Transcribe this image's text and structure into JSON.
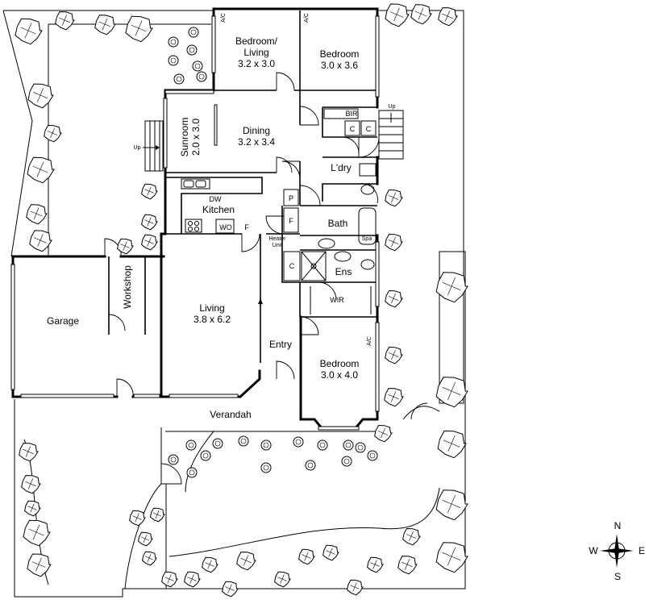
{
  "rooms": {
    "bedroom_living": {
      "name_1": "Bedroom/",
      "name_2": "Living",
      "dims": "3.2 x 3.0"
    },
    "bedroom_1": {
      "name": "Bedroom",
      "dims": "3.0 x 3.6"
    },
    "sunroom": {
      "name": "Sunroom",
      "dims": "2.0 x 3.0"
    },
    "dining": {
      "name": "Dining",
      "dims": "3.2 x 3.4"
    },
    "kitchen": {
      "name": "Kitchen"
    },
    "living": {
      "name": "Living",
      "dims": "3.8 x 6.2"
    },
    "garage": {
      "name": "Garage"
    },
    "workshop": {
      "name": "Workshop"
    },
    "entry": {
      "name": "Entry"
    },
    "bedroom_2": {
      "name": "Bedroom",
      "dims": "3.0 x 4.0"
    },
    "verandah": {
      "name": "Verandah"
    },
    "laundry": {
      "name": "L'dry"
    },
    "bath": {
      "name": "Bath"
    },
    "ensuite": {
      "name": "Ens"
    },
    "wir": {
      "name": "WIR"
    },
    "bir": {
      "name": "BIR"
    }
  },
  "fixtures": {
    "dishwasher": "DW",
    "wall_oven": "WO",
    "fridge": "F",
    "fridge_hall": "F",
    "pantry": "P",
    "cupboard": "C",
    "spa": "Spa",
    "heater_1": "Heater",
    "heater_2": "Unit",
    "ac": "A/C",
    "stairs_up": "Up"
  },
  "compass": {
    "n": "N",
    "s": "S",
    "e": "E",
    "w": "W"
  }
}
